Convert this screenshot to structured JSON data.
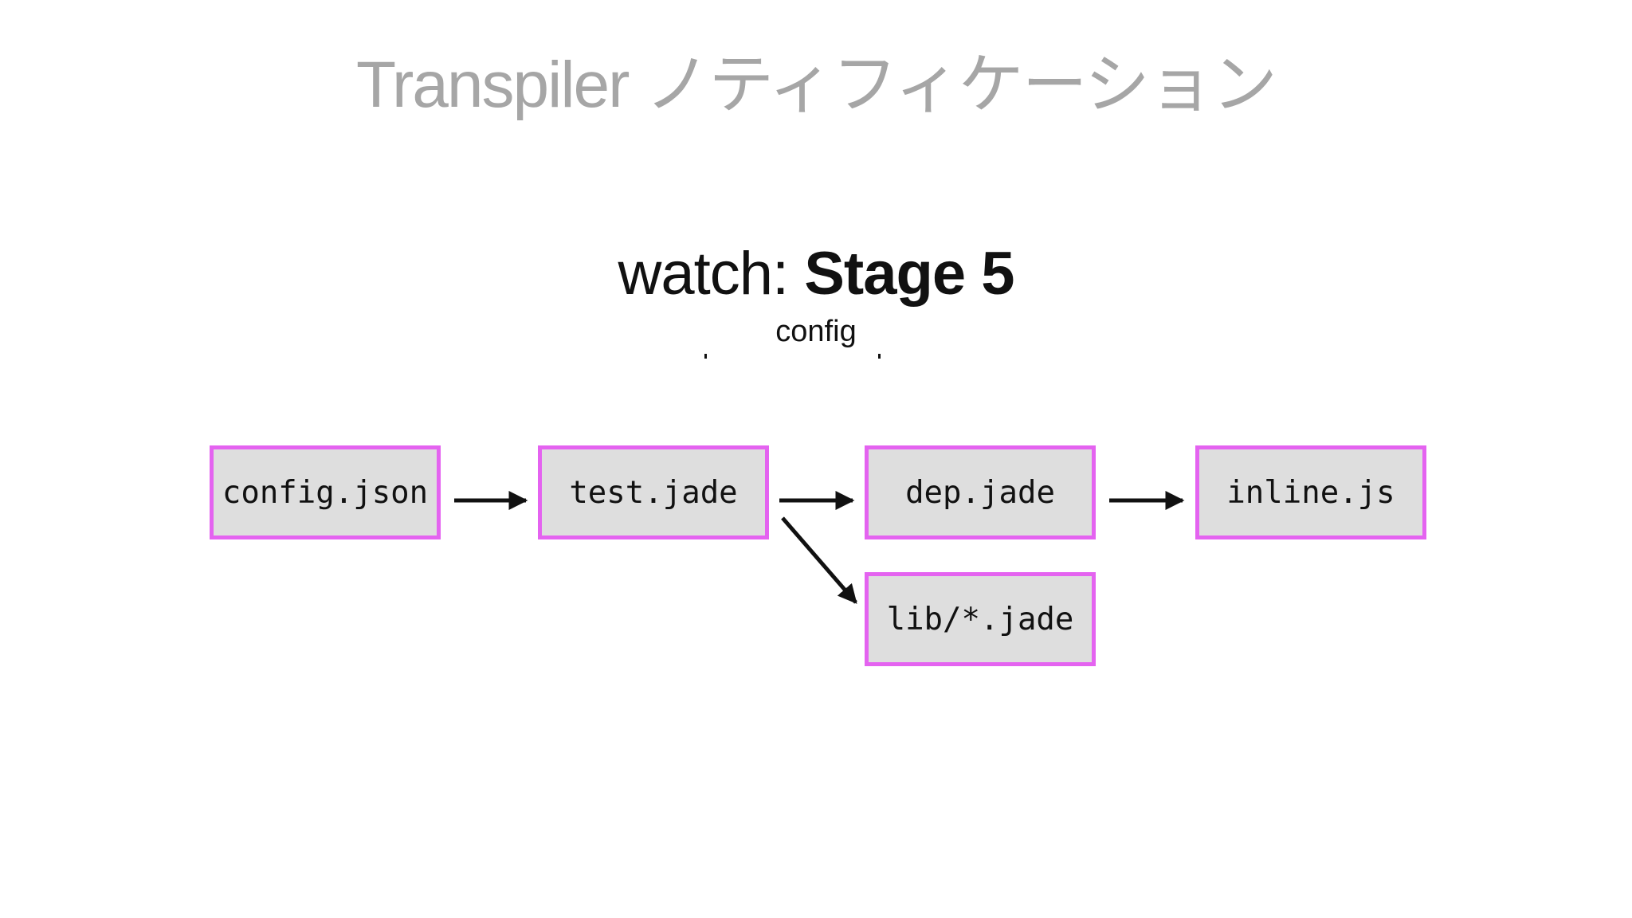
{
  "slide": {
    "title": "Transpiler ノティフィケーション",
    "heading_prefix": "watch: ",
    "heading_stage": "Stage 5",
    "subtitle": "config"
  },
  "diagram": {
    "nodes": [
      {
        "id": "config-json",
        "label": "config.json"
      },
      {
        "id": "test-jade",
        "label": "test.jade"
      },
      {
        "id": "dep-jade",
        "label": "dep.jade"
      },
      {
        "id": "inline-js",
        "label": "inline.js"
      },
      {
        "id": "lib-jade",
        "label": "lib/*.jade"
      }
    ],
    "edges": [
      {
        "from": "config-json",
        "to": "test-jade"
      },
      {
        "from": "test-jade",
        "to": "dep-jade"
      },
      {
        "from": "dep-jade",
        "to": "inline-js"
      },
      {
        "from": "test-jade",
        "to": "lib-jade"
      }
    ],
    "colors": {
      "box_border": "#e463f0",
      "box_fill": "#dedede",
      "arrow": "#111111",
      "title": "#a6a6a6"
    }
  }
}
